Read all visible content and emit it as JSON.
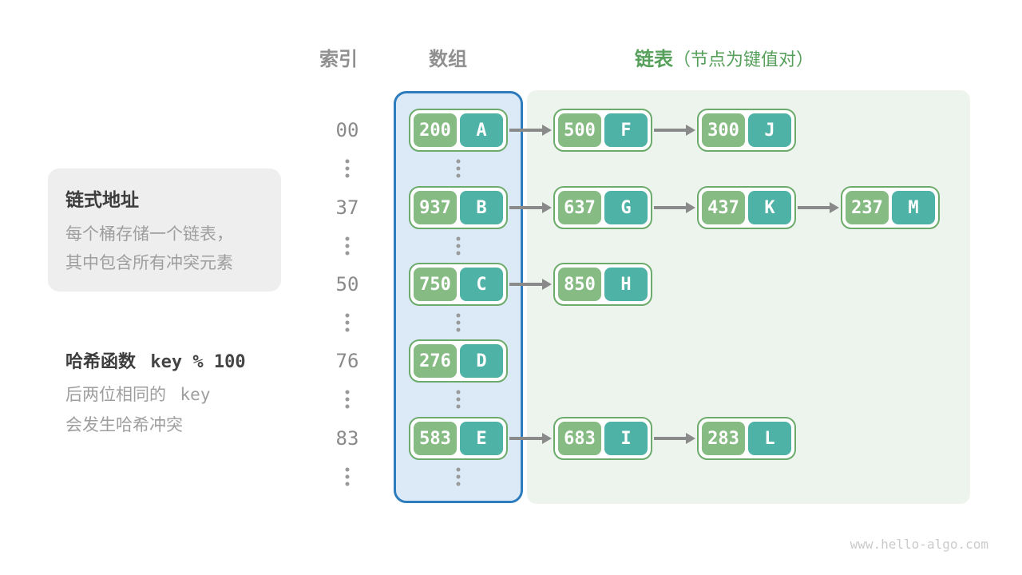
{
  "headers": {
    "index": "索引",
    "array": "数组",
    "list": "链表",
    "list_note": "（节点为键值对）"
  },
  "sidebar": {
    "title": "链式地址",
    "line1": "每个桶存储一个链表，",
    "line2": "其中包含所有冲突元素"
  },
  "hash": {
    "label": "哈希函数",
    "code": "key % 100",
    "line2_text": "后两位相同的",
    "line2_code": "key",
    "line3": "会发生哈希冲突"
  },
  "diagram": {
    "rows": [
      {
        "index": "00",
        "nodes": [
          {
            "key": "200",
            "value": "A"
          },
          {
            "key": "500",
            "value": "F"
          },
          {
            "key": "300",
            "value": "J"
          }
        ]
      },
      {
        "index": "37",
        "nodes": [
          {
            "key": "937",
            "value": "B"
          },
          {
            "key": "637",
            "value": "G"
          },
          {
            "key": "437",
            "value": "K"
          },
          {
            "key": "237",
            "value": "M"
          }
        ]
      },
      {
        "index": "50",
        "nodes": [
          {
            "key": "750",
            "value": "C"
          },
          {
            "key": "850",
            "value": "H"
          }
        ]
      },
      {
        "index": "76",
        "nodes": [
          {
            "key": "276",
            "value": "D"
          }
        ]
      },
      {
        "index": "83",
        "nodes": [
          {
            "key": "583",
            "value": "E"
          },
          {
            "key": "683",
            "value": "I"
          },
          {
            "key": "283",
            "value": "L"
          }
        ]
      }
    ]
  },
  "watermark": "www.hello-algo.com",
  "colors": {
    "key_green": "#87bb84",
    "val_teal": "#4eb2a6",
    "node_border": "#6cab6c",
    "blue_border": "#2d7cbd",
    "blue_fill": "#dbeaf6",
    "green_fill": "#edf4ee",
    "arrow": "#8a8a8a",
    "header_gray": "#909090",
    "header_green": "#57a05b",
    "index_gray": "#8a8a8a",
    "gray_text": "#9e9e9e",
    "dark_text": "#3d3d3d",
    "box_fill": "#eeeeee",
    "watermark": "#cbcbcb"
  }
}
